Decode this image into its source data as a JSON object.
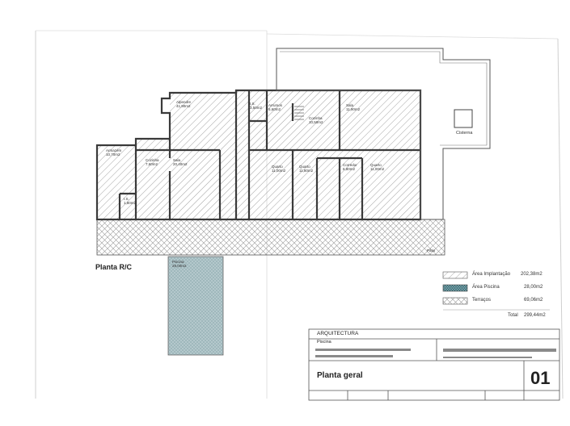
{
  "plan": {
    "title": "Planta R/C",
    "rooms": [
      {
        "name": "Alpendre",
        "area": "41,90m2"
      },
      {
        "name": "I.S.",
        "area": "3,50m2"
      },
      {
        "name": "Arrumos",
        "area": "5,60m2"
      },
      {
        "name": "Cozinha",
        "area": "10,50m2"
      },
      {
        "name": "Sala",
        "area": "11,90m2"
      },
      {
        "name": "Armazém",
        "area": "10,70m2"
      },
      {
        "name": "Cozinha",
        "area": "7,60m2"
      },
      {
        "name": "Sala",
        "area": "20,40m2"
      },
      {
        "name": "I.S.",
        "area": "1,80m2"
      },
      {
        "name": "Quarto",
        "area": "11,00m2"
      },
      {
        "name": "Quarto",
        "area": "11,80m2"
      },
      {
        "name": "Corredor",
        "area": "6,80m2"
      },
      {
        "name": "Quarto",
        "area": "11,00m2"
      },
      {
        "name": "Pátio",
        "area": ""
      },
      {
        "name": "Cisterna",
        "area": ""
      },
      {
        "name": "Piscina",
        "area": "28,00m2"
      }
    ]
  },
  "legend": {
    "items": [
      {
        "label": "Área Implantação",
        "value": "202,38m2"
      },
      {
        "label": "Área Piscina",
        "value": "28,00m2"
      },
      {
        "label": "Terraços",
        "value": "69,06m2"
      }
    ],
    "total_label": "Total",
    "total_value": "299,44m2"
  },
  "title_block": {
    "discipline": "ARQUITECTURA",
    "project": "Piscina",
    "drawing_title": "Planta geral",
    "sheet_number": "01"
  },
  "colors": {
    "line": "#3a3a3a",
    "hatch": "#9a9a9a",
    "pool": "#a9c1c5",
    "pool_legend": "#3d6f78",
    "page_border": "#cfcfcf"
  }
}
